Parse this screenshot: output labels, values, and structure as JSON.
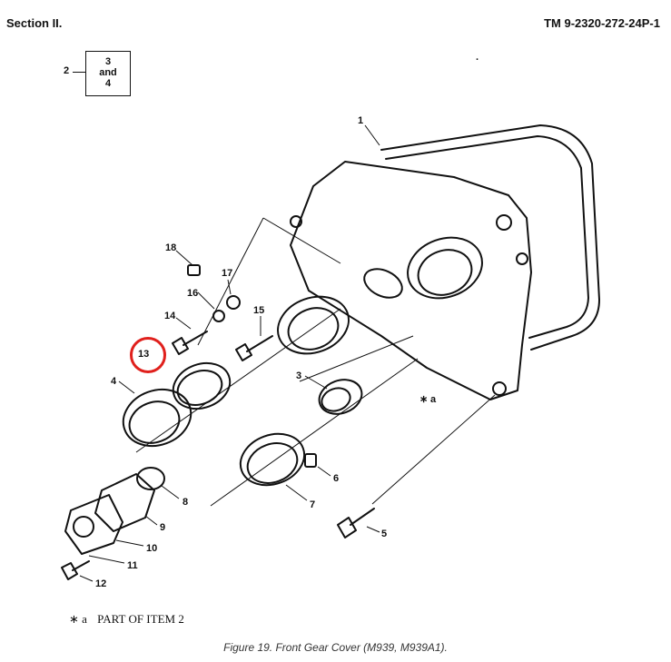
{
  "header": {
    "section": "Section II.",
    "tm_number": "TM 9-2320-272-24P-1"
  },
  "sheet_ref": {
    "parent": "2",
    "children_lines": [
      "3",
      "and",
      "4"
    ]
  },
  "callouts": {
    "c1": "1",
    "c2": "2",
    "c3": "3",
    "c4": "4",
    "c5": "5",
    "c6": "6",
    "c7": "7",
    "c8": "8",
    "c9": "9",
    "c10": "10",
    "c11": "11",
    "c12": "12",
    "c13": "13",
    "c14": "14",
    "c15": "15",
    "c16": "16",
    "c17": "17",
    "c18": "18",
    "a": "a"
  },
  "note": {
    "marker": "∗ a",
    "text": "PART OF ITEM 2"
  },
  "caption": "Figure 19.  Front Gear Cover (M939, M939A1).",
  "highlight": {
    "item": "13",
    "color": "#e0201c"
  }
}
